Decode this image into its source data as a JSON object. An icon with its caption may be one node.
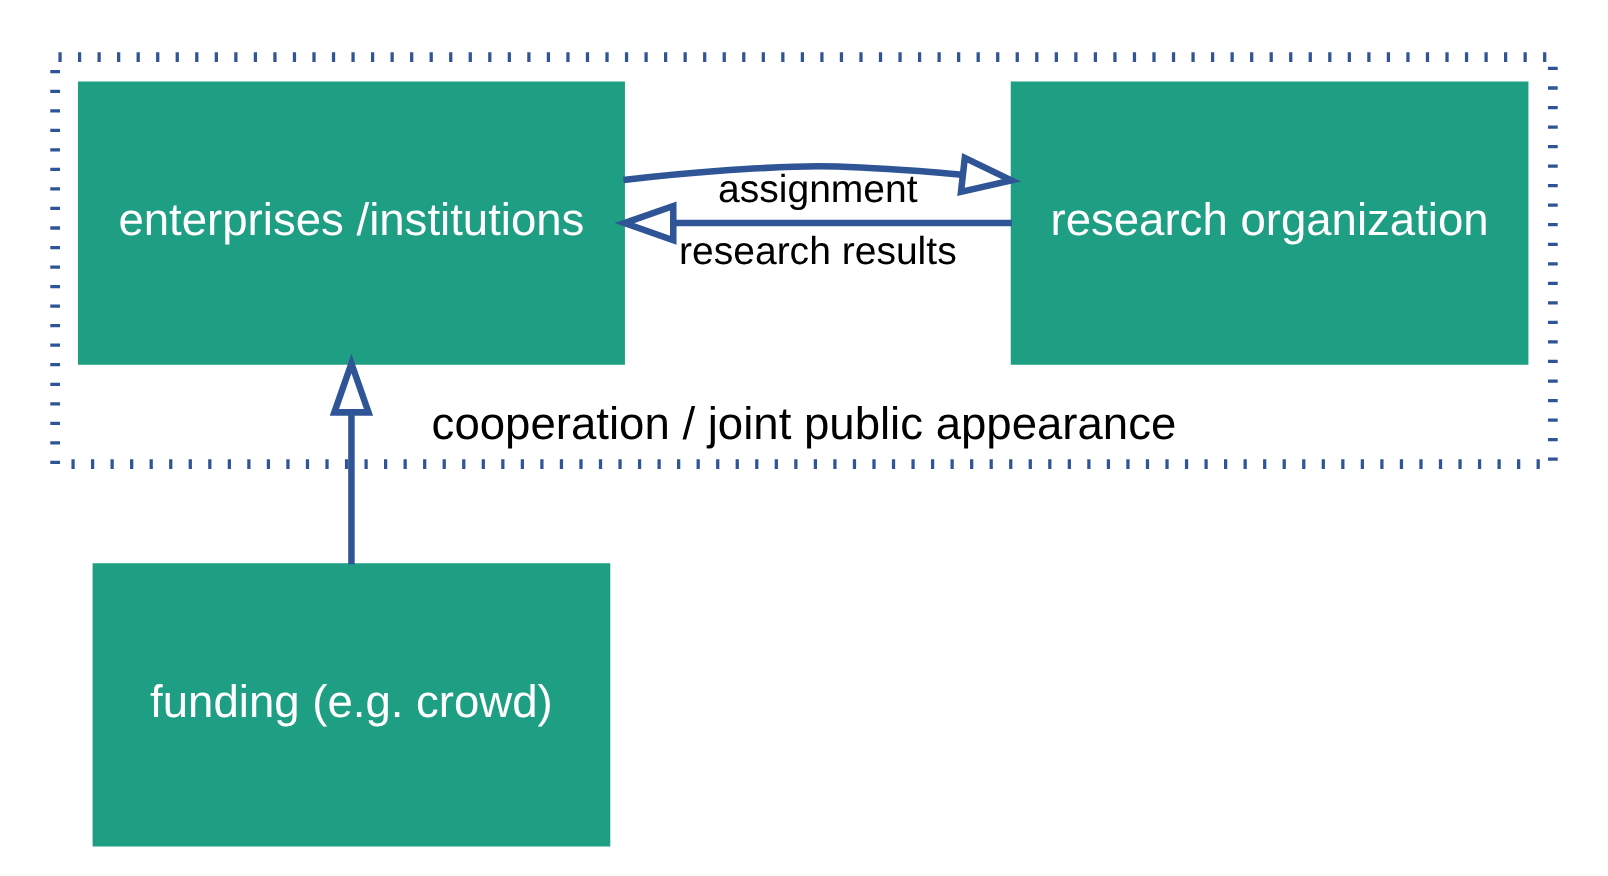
{
  "diagram": {
    "nodes": [
      {
        "text": [
          "cooperation / joint public appearance"
        ]
      },
      {
        "text": [
          "research organization"
        ],
        "in": 0
      },
      {
        "text": [
          "enterprises /institutions"
        ],
        "in": 0
      },
      {
        "text": [
          "funding (e.g. crowd)"
        ]
      }
    ],
    "edges": [
      {
        "from": 2,
        "to": 1,
        "arrow": "to",
        "label": "assignment"
      },
      {
        "from": 1,
        "to": 2,
        "arrow": "to",
        "label": "research results"
      },
      {
        "from": 3,
        "to": 2,
        "arrow": "to"
      }
    ]
  }
}
